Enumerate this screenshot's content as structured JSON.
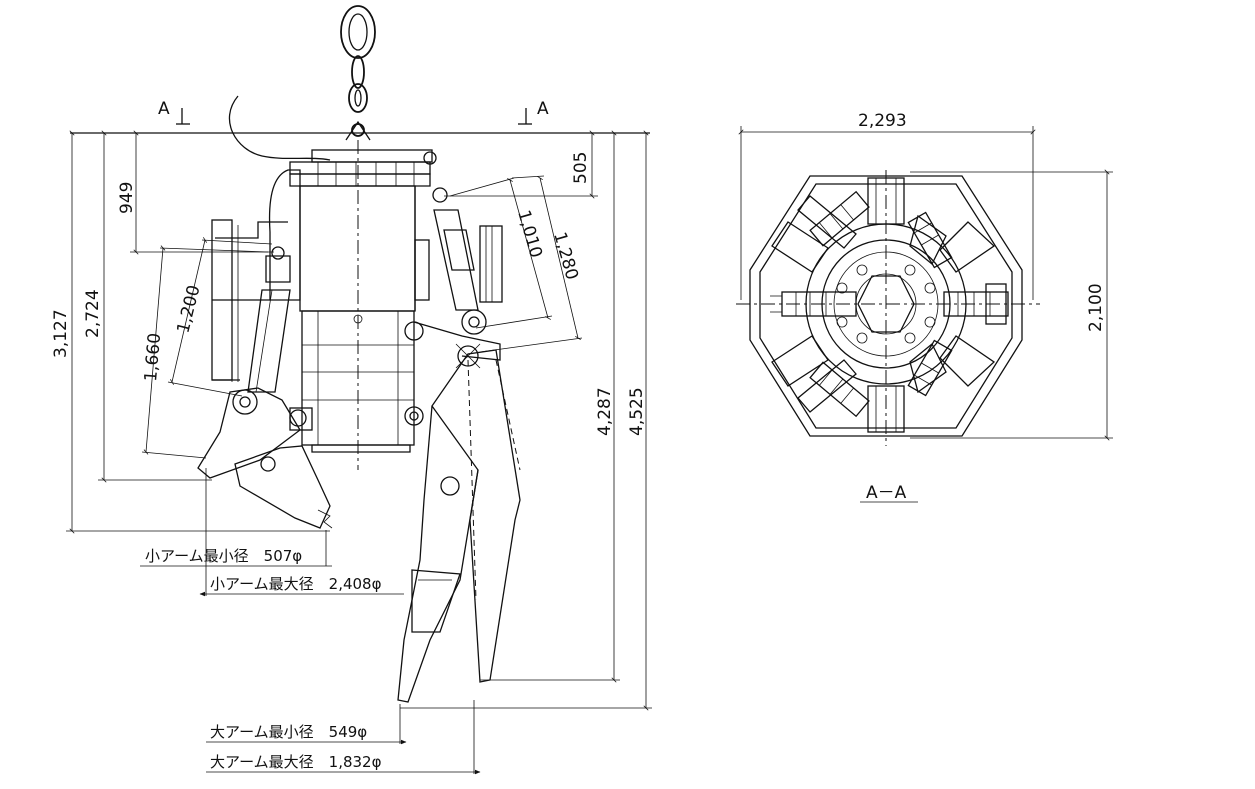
{
  "section_marker": {
    "left_label": "A",
    "right_label": "A",
    "view_label": "A－A"
  },
  "side_view_dimensions": {
    "d949": "949",
    "d505": "505",
    "d1010": "1,010",
    "d1280": "1,280",
    "d1200": "1,200",
    "d1660": "1,660",
    "d2724": "2,724",
    "d3127": "3,127",
    "d4287": "4,287",
    "d4525": "4,525"
  },
  "plan_view_dimensions": {
    "width": "2,293",
    "height": "2,100"
  },
  "arm_notes": {
    "small_arm_min": "小アーム最小径　507φ",
    "small_arm_max": "小アーム最大径　2,408φ",
    "large_arm_min": "大アーム最小径　549φ",
    "large_arm_max": "大アーム最大径　1,832φ"
  }
}
